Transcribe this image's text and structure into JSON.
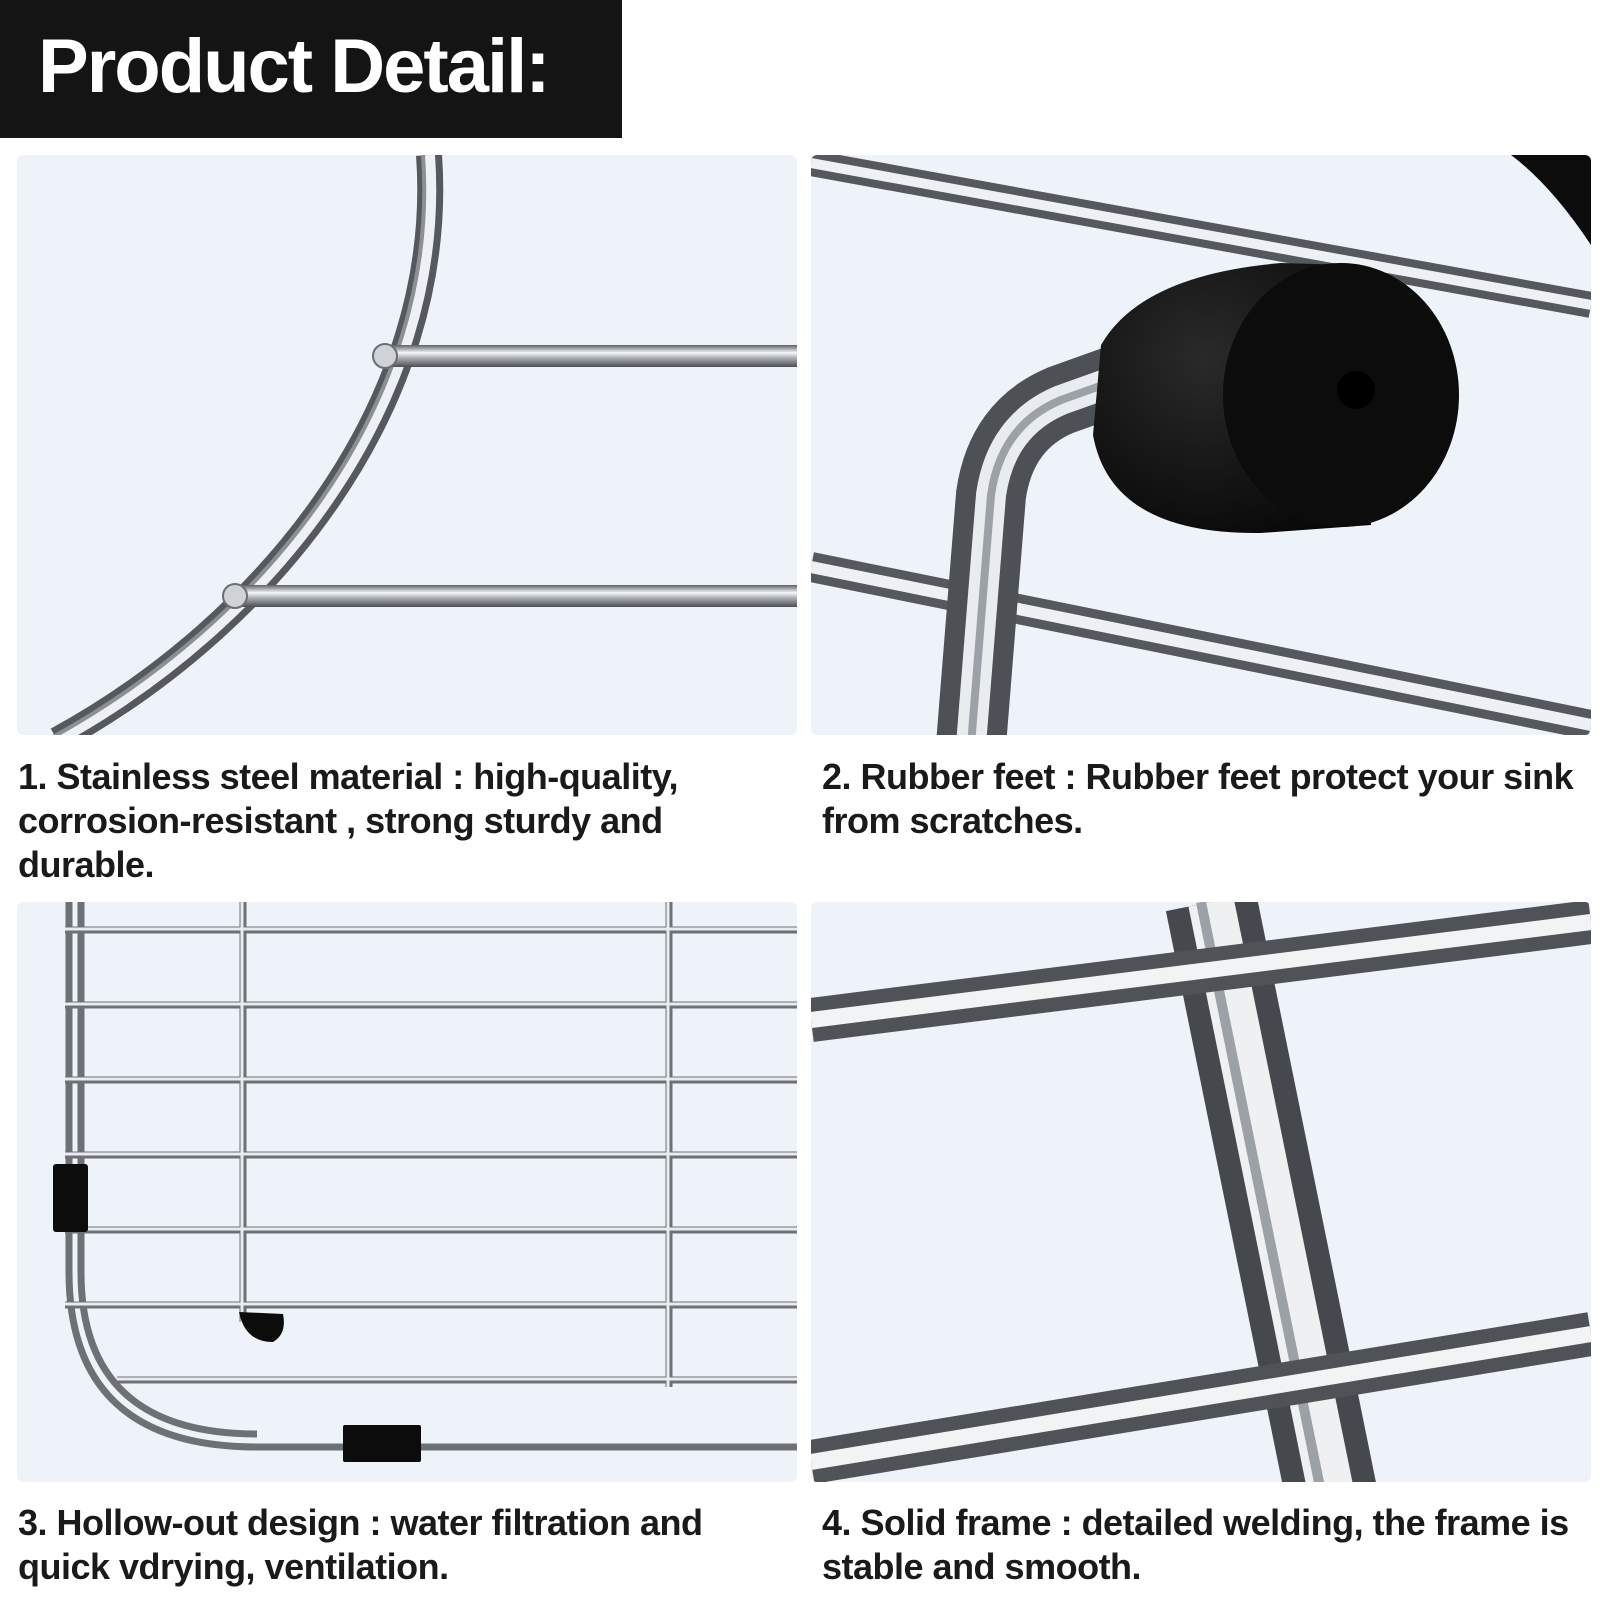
{
  "header": {
    "title": "Product Detail:"
  },
  "colors": {
    "header_bg": "#141414",
    "panel_bg": "#eef2f9",
    "rubber": "#0c0c0c",
    "steel": "#9aa0a6"
  },
  "panels": [
    {
      "image": "steel-rack-curve-closeup",
      "caption": "1. Stainless steel material : high-quality, corrosion-resistant , strong sturdy and durable."
    },
    {
      "image": "rubber-foot-closeup",
      "caption": "2. Rubber feet : Rubber feet protect your sink from scratches."
    },
    {
      "image": "rack-grid-corner",
      "caption": "3. Hollow-out design : water filtration and quick vdrying, ventilation."
    },
    {
      "image": "welded-frame-closeup",
      "caption": "4. Solid frame : detailed welding, the frame is stable and smooth."
    }
  ]
}
